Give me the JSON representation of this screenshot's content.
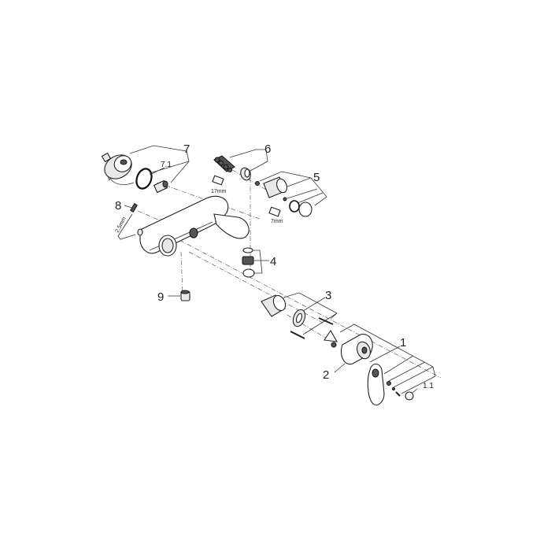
{
  "diagram": {
    "type": "exploded-parts-view",
    "subject": "single-lever mixer (wall mounted)",
    "parts": [
      {
        "id": "1",
        "label": "1"
      },
      {
        "id": "1.1",
        "label": "1.1"
      },
      {
        "id": "2",
        "label": "2"
      },
      {
        "id": "3",
        "label": "3"
      },
      {
        "id": "4",
        "label": "4"
      },
      {
        "id": "5",
        "label": "5"
      },
      {
        "id": "6",
        "label": "6"
      },
      {
        "id": "7",
        "label": "7"
      },
      {
        "id": "7.1",
        "label": "7.1"
      },
      {
        "id": "8",
        "label": "8"
      },
      {
        "id": "9",
        "label": "9"
      }
    ],
    "tool_labels": {
      "wrench_17": "17mm",
      "wrench_7": "7mm",
      "hex_key": "2.5mm"
    }
  }
}
